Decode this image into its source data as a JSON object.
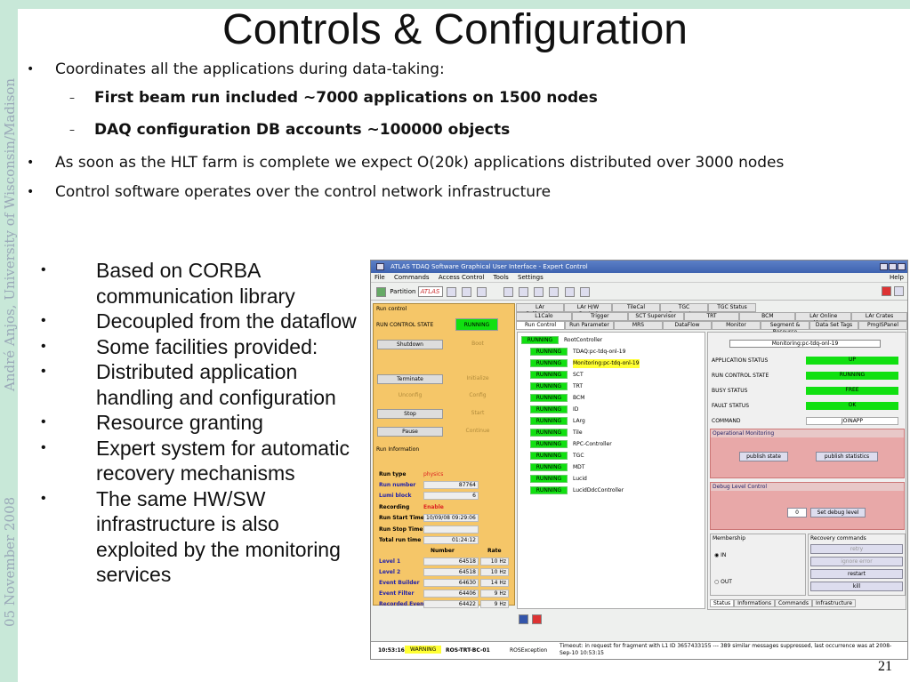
{
  "slide": {
    "title": "Controls & Configuration",
    "side_author": "André Anjos, University of Wisconsin/Madison",
    "side_date": "05 November 2008",
    "page_number": "21",
    "bullets": [
      "Coordinates all the applications during data-taking:",
      "First beam run included ~7000 applications on 1500 nodes",
      "DAQ configuration DB accounts ~100000 objects",
      "As soon as the HLT farm is complete we expect O(20k) applications distributed over 3000 nodes",
      "Control software operates over the control network infrastructure"
    ],
    "left_list": [
      "Based on CORBA communication library",
      "Decoupled from the dataflow",
      "Some facilities provided:",
      "Distributed application handling and configuration",
      "Resource granting",
      "Expert system for automatic recovery mechanisms",
      "The same HW/SW infrastructure is also exploited by the monitoring services"
    ]
  },
  "app": {
    "window_title": "ATLAS TDAQ Software Graphical User Interface - Expert Control",
    "menu": [
      "File",
      "Commands",
      "Access Control",
      "Tools",
      "Settings",
      "Help"
    ],
    "partition_label": "Partition",
    "partition_value": "ATLAS",
    "run_control": {
      "header": "Run control",
      "state_label": "RUN CONTROL STATE",
      "state_value": "RUNNING",
      "buttons": [
        "Shutdown",
        "Boot",
        "Terminate",
        "Initialize",
        "Unconfig",
        "Config",
        "Stop",
        "Start",
        "Pause",
        "Continue"
      ]
    },
    "run_info": {
      "header": "Run Information",
      "run_type_label": "Run type",
      "run_type": "physics",
      "run_number_label": "Run number",
      "run_number": "87764",
      "lumi_label": "Lumi block",
      "lumi": "6",
      "recording_label": "Recording",
      "recording": "Enable",
      "start_label": "Run Start Time",
      "start": "10/09/08 09:29:06",
      "stop_label": "Run Stop Time",
      "stop": "",
      "total_label": "Total run time",
      "total": "01:24:12",
      "col_number": "Number",
      "col_rate": "Rate",
      "levels": [
        {
          "name": "Level 1",
          "number": "64518",
          "rate": "10 Hz"
        },
        {
          "name": "Level 2",
          "number": "64518",
          "rate": "10 Hz"
        },
        {
          "name": "Event Builder",
          "number": "64630",
          "rate": "14 Hz"
        },
        {
          "name": "Event Filter",
          "number": "64406",
          "rate": "9 Hz"
        },
        {
          "name": "Recorded Events",
          "number": "64422",
          "rate": "9 Hz"
        }
      ]
    },
    "tabs_row1": [
      "LAr Calibration Manager",
      "LAr H/W Control",
      "TileCal",
      "TGC Parameters",
      "TGC Status"
    ],
    "tabs_row2": [
      "L1Calo",
      "Trigger",
      "SCT Supervisor",
      "TRT",
      "BCM",
      "LAr Online Monitor",
      "LAr Crates"
    ],
    "tabs_row3": [
      "Run Control",
      "Run Parameter",
      "MRS",
      "DataFlow",
      "Monitor",
      "Segment & Resource",
      "Data Set Tags",
      "PmgISPanel"
    ],
    "tree": [
      {
        "state": "RUNNING",
        "name": "RootController"
      },
      {
        "state": "RUNNING",
        "name": "TDAQ:pc-tdq-onl-19"
      },
      {
        "state": "RUNNING",
        "name": "Monitoring:pc-tdq-onl-19"
      },
      {
        "state": "RUNNING",
        "name": "SCT"
      },
      {
        "state": "RUNNING",
        "name": "TRT"
      },
      {
        "state": "RUNNING",
        "name": "BCM"
      },
      {
        "state": "RUNNING",
        "name": "ID"
      },
      {
        "state": "RUNNING",
        "name": "LArg"
      },
      {
        "state": "RUNNING",
        "name": "Tile"
      },
      {
        "state": "RUNNING",
        "name": "RPC-Controller"
      },
      {
        "state": "RUNNING",
        "name": "TGC"
      },
      {
        "state": "RUNNING",
        "name": "MDT"
      },
      {
        "state": "RUNNING",
        "name": "Lucid"
      },
      {
        "state": "RUNNING",
        "name": "LucidDdcController"
      }
    ],
    "detail": {
      "title": "Monitoring:pc-tdq-onl-19",
      "rows": [
        {
          "label": "APPLICATION STATUS",
          "value": "UP"
        },
        {
          "label": "RUN CONTROL STATE",
          "value": "RUNNING"
        },
        {
          "label": "BUSY STATUS",
          "value": "FREE"
        },
        {
          "label": "FAULT STATUS",
          "value": "OK"
        },
        {
          "label": "COMMAND",
          "value": "JOINAPP"
        }
      ],
      "op_mon": "Operational Monitoring",
      "publish_state": "publish state",
      "publish_stats": "publish statistics",
      "debug_header": "Debug Level Control",
      "debug_value": "0",
      "set_debug": "Set debug level",
      "membership": "Membership",
      "in": "IN",
      "out": "OUT",
      "recovery": "Recovery commands",
      "retry": "retry",
      "ignore": "ignore error",
      "restart": "restart",
      "kill": "kill",
      "bottom_tabs": [
        "Status",
        "Informations",
        "Commands",
        "Infrastructure"
      ]
    },
    "status_bar": {
      "time": "10:53:16",
      "level": "WARNING",
      "source": "ROS-TRT-BC-01",
      "type": "ROSException",
      "message": "Timeout: in request for fragment with L1 ID 3657433155 --- 389 similar messages suppressed, last occurrence was at 2008-Sep-10 10:53:15"
    }
  }
}
